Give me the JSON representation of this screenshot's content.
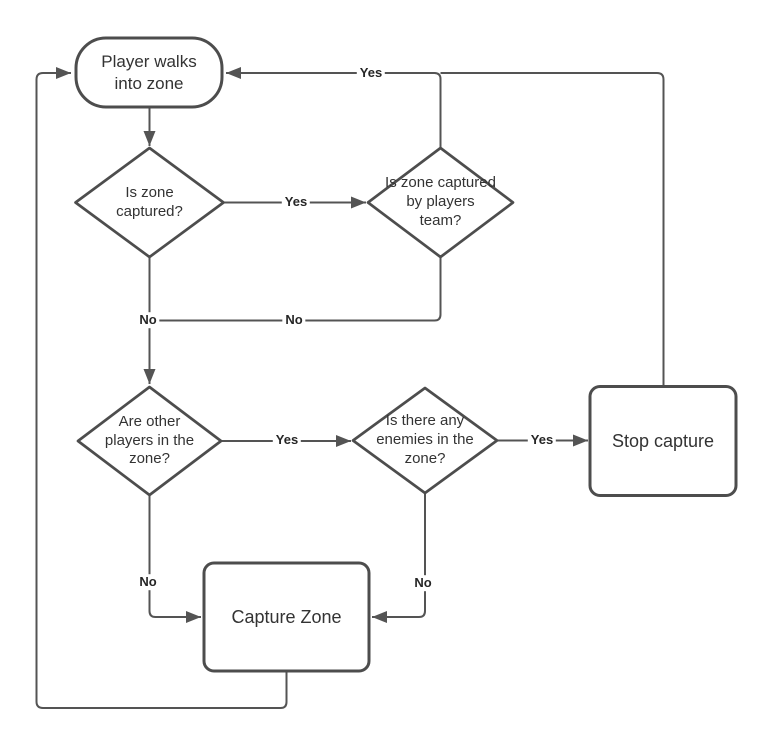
{
  "diagram": {
    "background_color": "#ffffff",
    "line_color": "#545454",
    "shape_border_color": "#4d4d4d",
    "shape_fill_color": "#ffffff",
    "text_color": "#333333",
    "nodes": {
      "start": {
        "label": "Player walks into zone",
        "shape": "terminator"
      },
      "is_zone_captured": {
        "label": "Is zone captured?",
        "shape": "decision"
      },
      "is_zone_captured_by_players_team": {
        "label": "Is zone captured by players team?",
        "shape": "decision"
      },
      "are_other_players_in_zone": {
        "label": "Are other players in the zone?",
        "shape": "decision"
      },
      "is_there_any_enemies_in_zone": {
        "label": "Is there any enemies in the zone?",
        "shape": "decision"
      },
      "stop_capture": {
        "label": "Stop capture",
        "shape": "process"
      },
      "capture_zone": {
        "label": "Capture Zone",
        "shape": "process"
      }
    },
    "edge_labels": {
      "is_zone_captured_yes": "Yes",
      "is_zone_captured_no": "No",
      "captured_by_team_yes": "Yes",
      "captured_by_team_no": "No",
      "other_players_yes": "Yes",
      "other_players_no": "No",
      "enemies_yes": "Yes",
      "enemies_no": "No"
    }
  }
}
